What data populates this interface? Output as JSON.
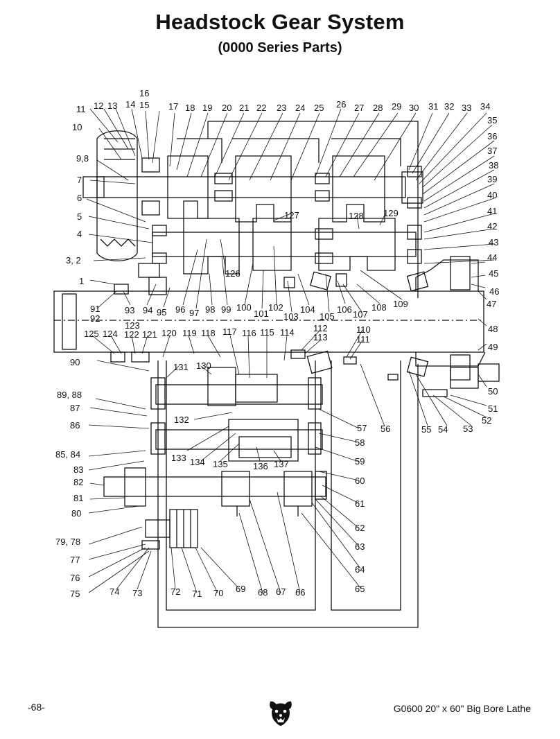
{
  "title": "Headstock Gear System",
  "subtitle": "(0000 Series Parts)",
  "footer": {
    "page_number": "-68-",
    "model": "G0600 20\" x 60\" Big Bore Lathe"
  },
  "logo_icon": "bear-head-icon",
  "callouts": [
    "1",
    "3, 2",
    "4",
    "5",
    "6",
    "7",
    "9,8",
    "10",
    "11",
    "12",
    "13",
    "14",
    "15",
    "16",
    "17",
    "18",
    "19",
    "20",
    "21",
    "22",
    "23",
    "24",
    "25",
    "26",
    "27",
    "28",
    "29",
    "30",
    "31",
    "32",
    "33",
    "34",
    "35",
    "36",
    "37",
    "38",
    "39",
    "40",
    "41",
    "42",
    "43",
    "44",
    "45",
    "46",
    "47",
    "48",
    "49",
    "50",
    "51",
    "52",
    "53",
    "54",
    "55",
    "56",
    "57",
    "58",
    "59",
    "60",
    "61",
    "62",
    "63",
    "64",
    "65",
    "66",
    "67",
    "68",
    "69",
    "70",
    "71",
    "72",
    "73",
    "74",
    "75",
    "76",
    "77",
    "79, 78",
    "80",
    "81",
    "82",
    "83",
    "85, 84",
    "86",
    "87",
    "89, 88",
    "90",
    "91",
    "92",
    "93",
    "94",
    "95",
    "96",
    "97",
    "98",
    "99",
    "100",
    "101",
    "102",
    "103",
    "104",
    "105",
    "106",
    "107",
    "108",
    "109",
    "110",
    "111",
    "112",
    "113",
    "114",
    "115",
    "116",
    "117",
    "118",
    "119",
    "120",
    "121",
    "122",
    "123",
    "124",
    "125",
    "126",
    "127",
    "128",
    "129",
    "130",
    "131",
    "132",
    "133",
    "134",
    "135",
    "136",
    "137"
  ]
}
